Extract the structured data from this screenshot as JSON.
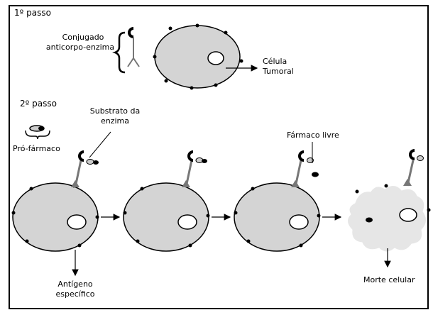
{
  "steps": {
    "step1": "1º passo",
    "step2": "2º passo"
  },
  "labels": {
    "conjugate_line1": "Conjugado",
    "conjugate_line2": "anticorpo-enzima",
    "tumor_cell_line1": "Célula",
    "tumor_cell_line2": "Tumoral",
    "enzyme_substrate_line1": "Substrato da",
    "enzyme_substrate_line2": "enzima",
    "prodrug": "Pró-fármaco",
    "free_drug": "Fármaco livre",
    "antigen_line1": "Antígeno",
    "antigen_line2": "específico",
    "cell_death": "Morte celular"
  },
  "colors": {
    "cell_fill": "#d4d4d4",
    "line": "#000000",
    "nucleus": "#ffffff",
    "antibody_stalk": "#777777"
  }
}
